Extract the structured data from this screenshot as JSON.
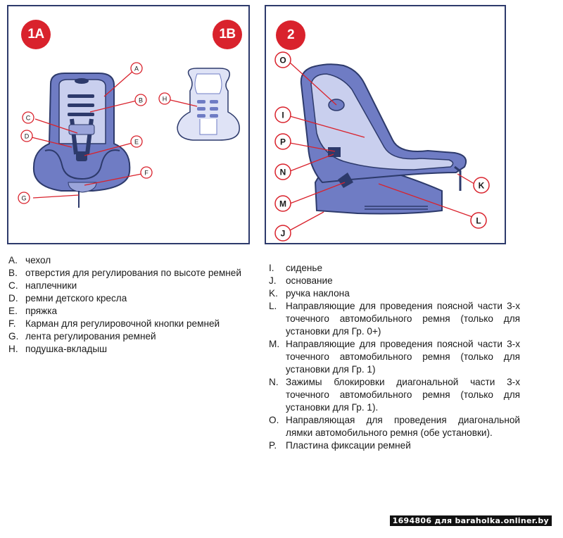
{
  "figures": {
    "badge_1a": "1A",
    "badge_1b": "1B",
    "badge_2": "2",
    "callouts_1a": [
      "A",
      "B",
      "C",
      "D",
      "E",
      "F",
      "G"
    ],
    "callout_1b": "H",
    "callouts_2": [
      "O",
      "I",
      "P",
      "N",
      "M",
      "J",
      "K",
      "L"
    ]
  },
  "legend_left": [
    {
      "key": "A.",
      "text": "чехол"
    },
    {
      "key": "B.",
      "text": "отверстия для регулирования по высоте ремней"
    },
    {
      "key": "C.",
      "text": "наплечники"
    },
    {
      "key": "D.",
      "text": "ремни детского кресла"
    },
    {
      "key": "E.",
      "text": "пряжка"
    },
    {
      "key": "F.",
      "text": "Карман для регулировочной кнопки ремней"
    },
    {
      "key": "G.",
      "text": "лента регулирования ремней"
    },
    {
      "key": "H.",
      "text": "подушка-вкладыш"
    }
  ],
  "legend_right": [
    {
      "key": "I.",
      "text": "сиденье"
    },
    {
      "key": "J.",
      "text": "основание"
    },
    {
      "key": "K.",
      "text": "ручка наклона"
    },
    {
      "key": "L.",
      "text": "Направляющие для проведения поясной части 3-х точечного автомобильного ремня (только для установки для Гр. 0+)"
    },
    {
      "key": "M.",
      "text": "Направляющие для проведения поясной части 3-х точечного автомобильного ремня (только для установки для Гр. 1)"
    },
    {
      "key": "N.",
      "text": "Зажимы блокировки диагональной части 3-х точечного автомобильного ремня (только для установки для Гр. 1)."
    },
    {
      "key": "O.",
      "text": "Направляющая для проведения диагональной лямки автомобильного ремня (обе установки)."
    },
    {
      "key": "P.",
      "text": "Пластина фиксации ремней"
    }
  ],
  "watermark": "1694806 для baraholka.onliner.by",
  "colors": {
    "accent_red": "#d9222c",
    "frame_navy": "#2d3a6b",
    "seat_blue": "#6f7cc4",
    "seat_light": "#c9cfee"
  }
}
